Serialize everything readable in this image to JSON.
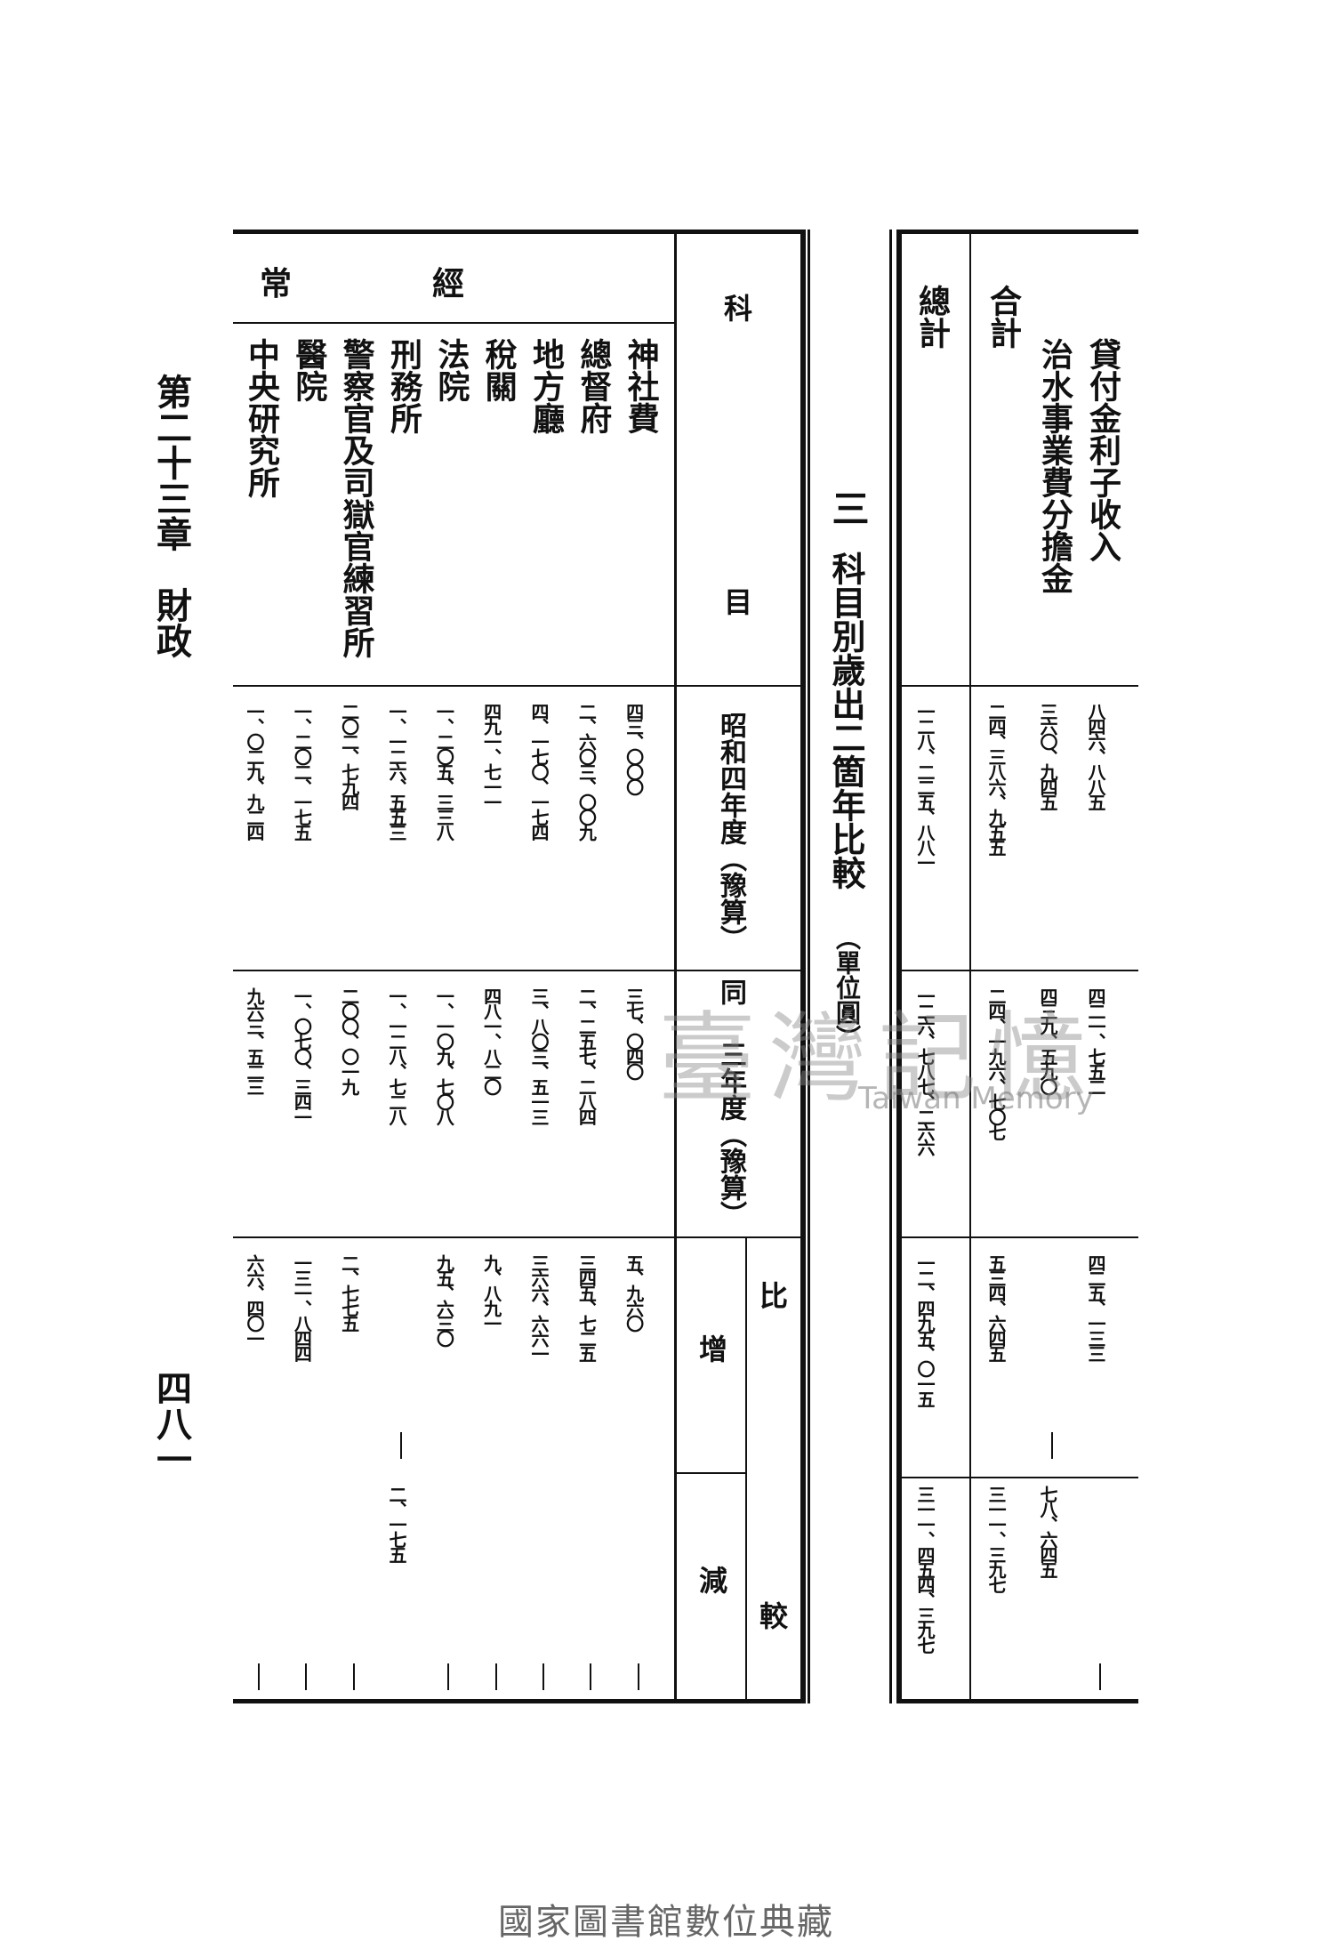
{
  "running_header": {
    "chapter": "第二十三章",
    "topic": "財政",
    "page_number": "四八一"
  },
  "section_title": {
    "number": "三",
    "title": "科目別歲出二箇年比較",
    "unit": "（單位圓）"
  },
  "table_headers": {
    "subject": "科",
    "subject2": "目",
    "col1": "昭和四年度（豫算）",
    "col2_a": "同",
    "col2_b": "三年度（豫算）",
    "compare_a": "比",
    "compare_b": "較",
    "increase": "增",
    "decrease": "減",
    "category_ordinary_a": "經",
    "category_ordinary_b": "常"
  },
  "rows": [
    {
      "name": "神社費",
      "y1929": "四三、〇〇〇",
      "y1928": "三七、〇四〇",
      "increase": "五、九六〇",
      "decrease": "—"
    },
    {
      "name": "總督府",
      "y1929": "二、六〇三、〇〇九",
      "y1928": "二、二五七、二八四",
      "increase": "三四五、七二五",
      "decrease": "—"
    },
    {
      "name": "地方廳",
      "y1929": "四、一七〇、一七四",
      "y1928": "三、八〇三、五一三",
      "increase": "三六六、六六一",
      "decrease": "—"
    },
    {
      "name": "稅關",
      "y1929": "四九一、七一一",
      "y1928": "四八一、八二〇",
      "increase": "九、八九一",
      "decrease": "—"
    },
    {
      "name": "法院",
      "y1929": "一、二〇五、三三八",
      "y1928": "一、一〇九、七〇八",
      "increase": "九五、六三〇",
      "decrease": "—"
    },
    {
      "name": "刑務所",
      "y1929": "一、一二六、五五三",
      "y1928": "一、一二八、七二八",
      "increase": "—",
      "decrease": "二、一七五"
    },
    {
      "name": "警察官及司獄官練習所",
      "y1929": "二〇二、七九四",
      "y1928": "二〇〇、〇一九",
      "increase": "二、七七五",
      "decrease": "—"
    },
    {
      "name": "醫院",
      "y1929": "一、二〇二、一七五",
      "y1928": "一、〇七〇、三四一",
      "increase": "一三一、八四四",
      "decrease": "—"
    },
    {
      "name": "中央研究所",
      "y1929": "一、〇二九、九二四",
      "y1928": "九六三、五二三",
      "increase": "六六、四〇一",
      "decrease": "—"
    }
  ],
  "prev_rows": [
    {
      "name": "貸付金利子收入",
      "y1929": "八四六、八八五",
      "y1928": "四二一、七五二",
      "increase": "四二五、一三三",
      "decrease": "—"
    },
    {
      "name": "治水事業費分擔金",
      "y1929": "三六〇、九四五",
      "y1928": "四三九、五九〇",
      "increase": "—",
      "decrease": "七八、六四五"
    },
    {
      "name": "合計",
      "y1929": "二四、三八六、九五五",
      "y1928": "二四、一九六、七〇七",
      "increase": "五三四、六四五",
      "decrease": "三一一、三九七"
    },
    {
      "name": "總計",
      "y1929": "一二八、二二五、八八一",
      "y1928": "一二六、七八七、二六六",
      "increase": "一二、四九五、〇一五",
      "decrease": "三一一、四五四、三九七"
    }
  ],
  "watermark": {
    "cn": "臺灣記憶",
    "en": "Taiwan Memory"
  },
  "footer": "國家圖書館數位典藏"
}
